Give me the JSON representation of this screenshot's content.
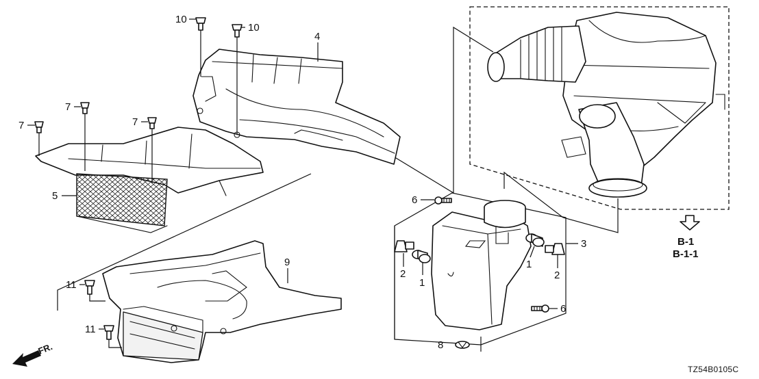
{
  "callouts": {
    "c10a": "10",
    "c10b": "10",
    "c4": "4",
    "c7a": "7",
    "c7b": "7",
    "c7c": "7",
    "c5": "5",
    "c9": "9",
    "c11a": "11",
    "c11b": "11",
    "c6a": "6",
    "c6b": "6",
    "c3": "3",
    "c2a": "2",
    "c2b": "2",
    "c1a": "1",
    "c1b": "1",
    "c8": "8"
  },
  "refs": {
    "b1": "B-1",
    "b11": "B-1-1"
  },
  "direction": {
    "label": "FR."
  },
  "diagram_code": "TZ54B0105C",
  "icons": {
    "arrow": "down-outline-arrow-icon",
    "front": "front-direction-arrow-icon"
  }
}
